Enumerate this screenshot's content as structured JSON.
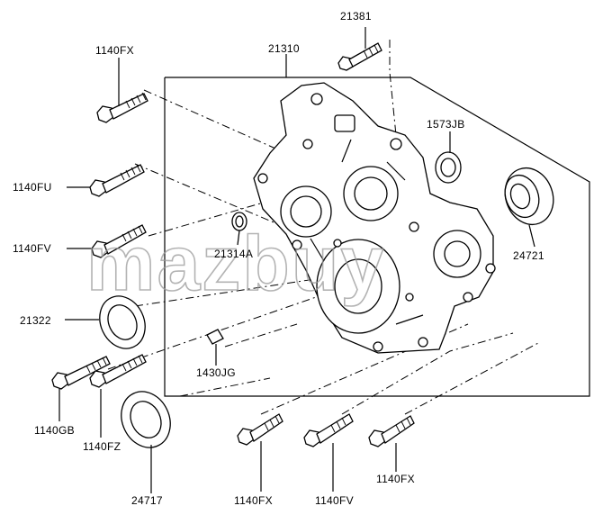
{
  "watermark": "mazbuy",
  "labels": {
    "p21381": "21381",
    "p21310": "21310",
    "p1140FX_top": "1140FX",
    "p1573JB": "1573JB",
    "p1140FU": "1140FU",
    "p1140FV_left": "1140FV",
    "p21314A": "21314A",
    "p24721": "24721",
    "p21322": "21322",
    "p1430JG": "1430JG",
    "p1140GB": "1140GB",
    "p1140FZ": "1140FZ",
    "p24717": "24717",
    "p1140FX_bottom": "1140FX",
    "p1140FV_bottom": "1140FV",
    "p1140FX_right": "1140FX"
  }
}
